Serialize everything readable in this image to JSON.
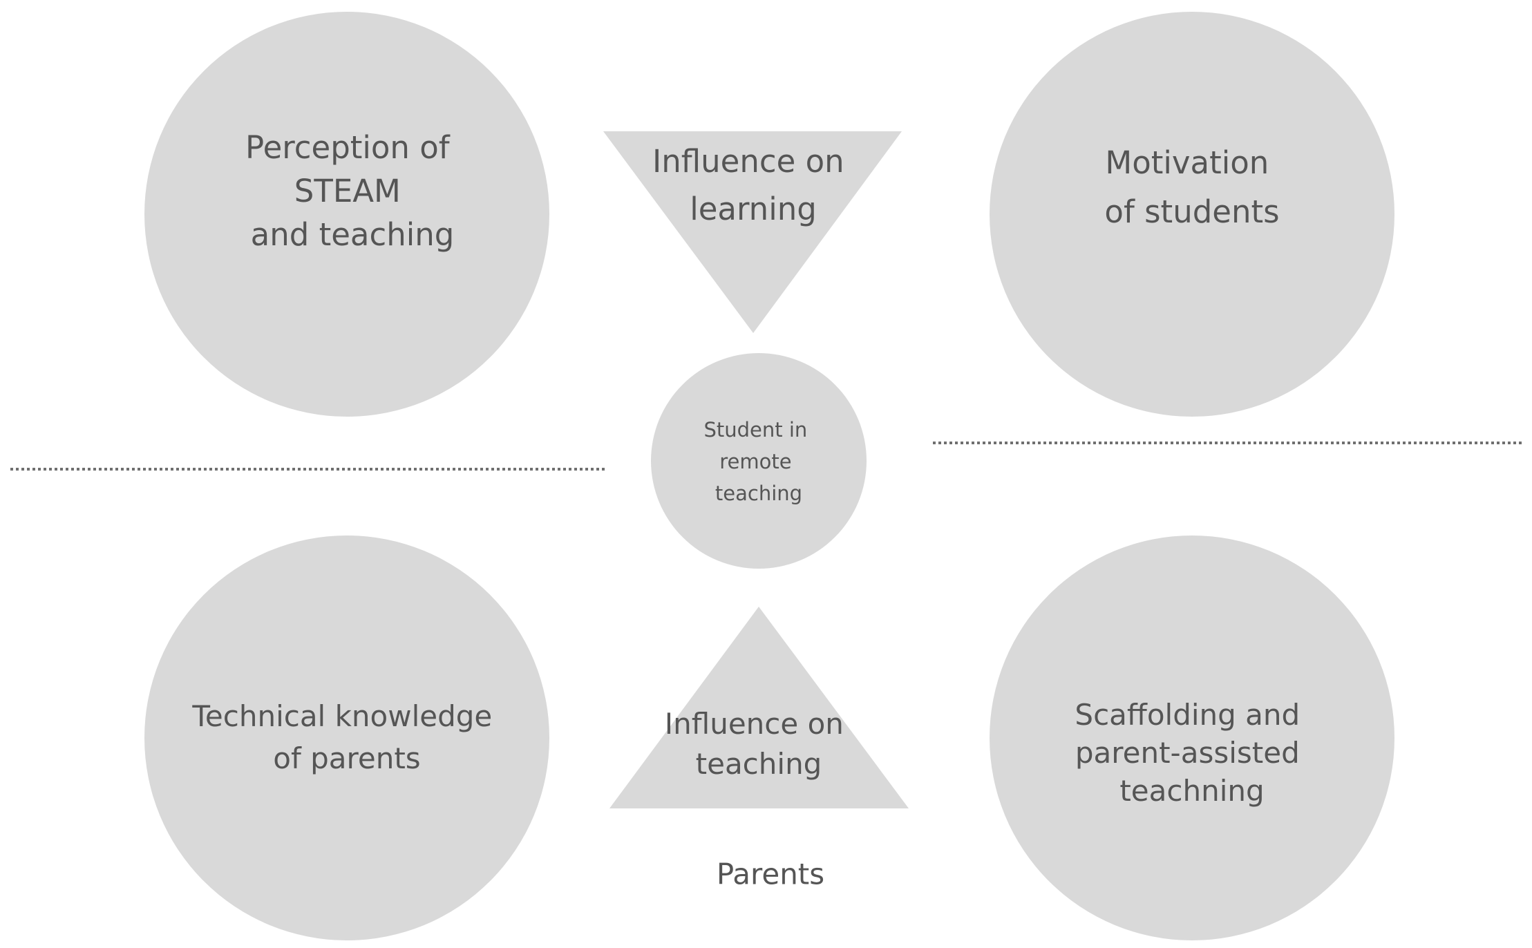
{
  "diagram": {
    "top_left_node": {
      "lines": [
        "Perception of",
        "STEAM",
        "and teaching"
      ]
    },
    "top_triangle": {
      "lines": [
        "Influence on",
        "learning"
      ]
    },
    "top_right_node": {
      "lines": [
        "Motivation",
        "of students"
      ]
    },
    "center_node": {
      "lines": [
        "Student in",
        "remote",
        "teaching"
      ]
    },
    "bottom_left_node": {
      "lines": [
        "Technical knowledge",
        "of parents"
      ]
    },
    "bottom_triangle": {
      "lines": [
        "Influence on",
        "teaching"
      ]
    },
    "bottom_right_node": {
      "lines": [
        "Scaffolding and",
        "parent-assisted",
        "teachning"
      ]
    },
    "bottom_caption": "Parents",
    "colors": {
      "shape_fill": "#d9d9d9",
      "text": "#555555",
      "divider": "#6f6f6f",
      "background": "#ffffff"
    }
  }
}
